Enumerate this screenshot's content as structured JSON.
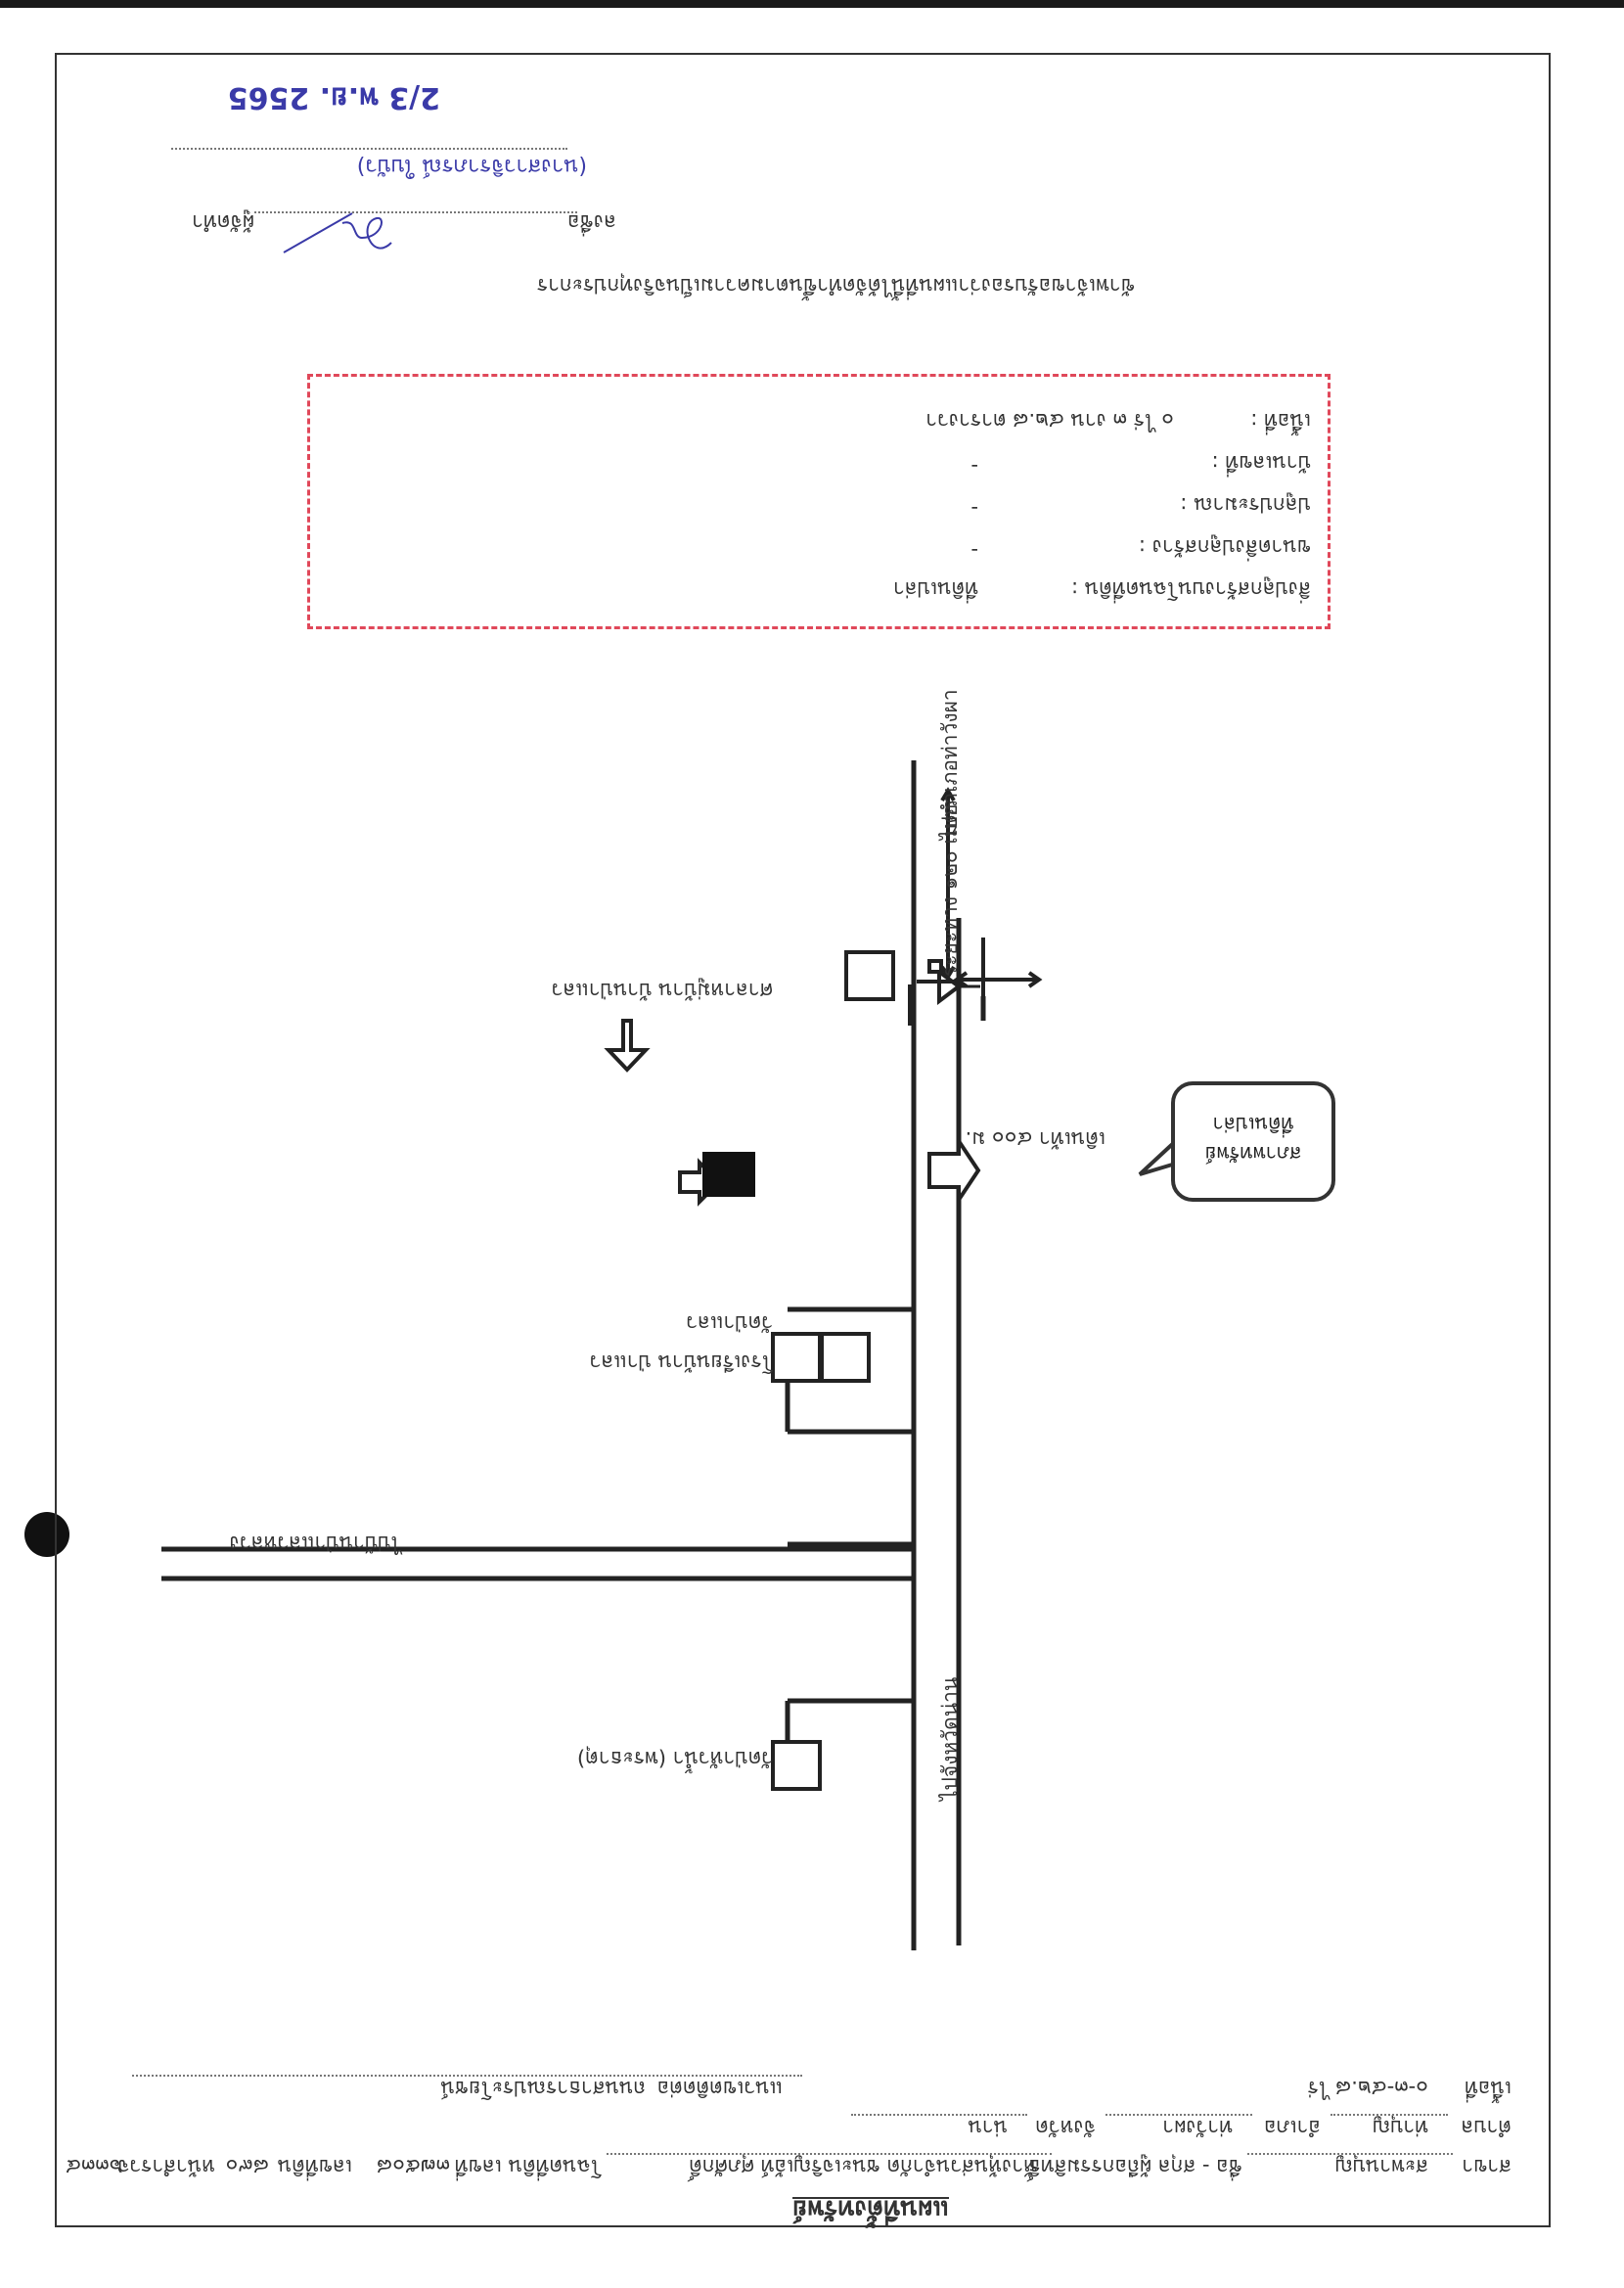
{
  "header": {
    "title": "แผนที่ตั้งทรัพย์",
    "row1": {
      "k1": "สาขา",
      "v1": "สะพานบุญ",
      "k2": "ชื่อ - สกุล ผู้ถือกรรมสิทธิ์",
      "v2": "ห้างหุ้นส่วนจำกัด ชนะเจริญเอ้ท์ ศุภศักดิ์",
      "k3": "โฉนดที่ดิน เลขที่",
      "v3": "๓๗๕๐๘",
      "k4": "เลขที่ดิน",
      "v4": "๘๙๐",
      "k5": "หน้าสำรวจ",
      "v5": "๖๓๓๔"
    },
    "row2": {
      "k1": "ตำบล",
      "v1": "ท่าบุญ",
      "k2": "อำเภอ",
      "v2": "ท่าวังผา",
      "k3": "จังหวัด",
      "v3": "น่าน"
    },
    "row3": {
      "k1": "เนื้อที่",
      "v1": "๐-๓-๔๒.๘ ไร่",
      "k2": "แนวเขตติดต่อ",
      "v2": "ถนนสาธารณประโยชน์"
    }
  },
  "map": {
    "road_main": "ทางหลวงหมายเลข ๑๐๘๐",
    "road_top": "ไปอำเภอท่าวังผา",
    "road_bottom": "ไปจังหวัดน่าน",
    "road_side": "ไปบ้านป่าแลวหลวง",
    "distance_label": "ระยะทาง ๑๒๐ เมตร",
    "walk_label": "เดินเท้า ๔๐๐ ม.",
    "bubble": "สภาพทรัพย์ ที่ดินเปล่า",
    "landmarks": [
      {
        "name": "วัดป่าหัวน้ำ (พระธาตุ)"
      },
      {
        "name": "โรงเรียนบ้าน ป่าแลว"
      },
      {
        "name": "วัดป่าแลว"
      },
      {
        "name": "ศาลาหมู่บ้าน บ้านป่าแลว"
      }
    ]
  },
  "info": {
    "rows": [
      {
        "k": "สิ่งปลูกสร้างบนโฉนดที่ดิน :",
        "v": "ที่ดินเปล่า"
      },
      {
        "k": "ขนาดสิ่งปลูกสร้าง :",
        "v": "-"
      },
      {
        "k": "ปลูกประมาณ :",
        "v": "-"
      },
      {
        "k": "บ้านเลขที่ :",
        "v": "-"
      },
      {
        "k": "เนื้อที่ :",
        "v": "๐ ไร่ ๓ งาน ๔๒.๘ ตารางวา"
      }
    ]
  },
  "footer": {
    "certify": "ข้าพเจ้าขอรับรองว่าแผนที่นี้ได้จัดทำขึ้นตามความเป็นจริงทุกประการ",
    "sign_label": "ลงชื่อ",
    "sign_suffix": "ผู้จัดทำ",
    "name": "(นางสาวจิราภรณ์ ใบบัว)",
    "date": "2/3 พ.ย. 2565"
  }
}
